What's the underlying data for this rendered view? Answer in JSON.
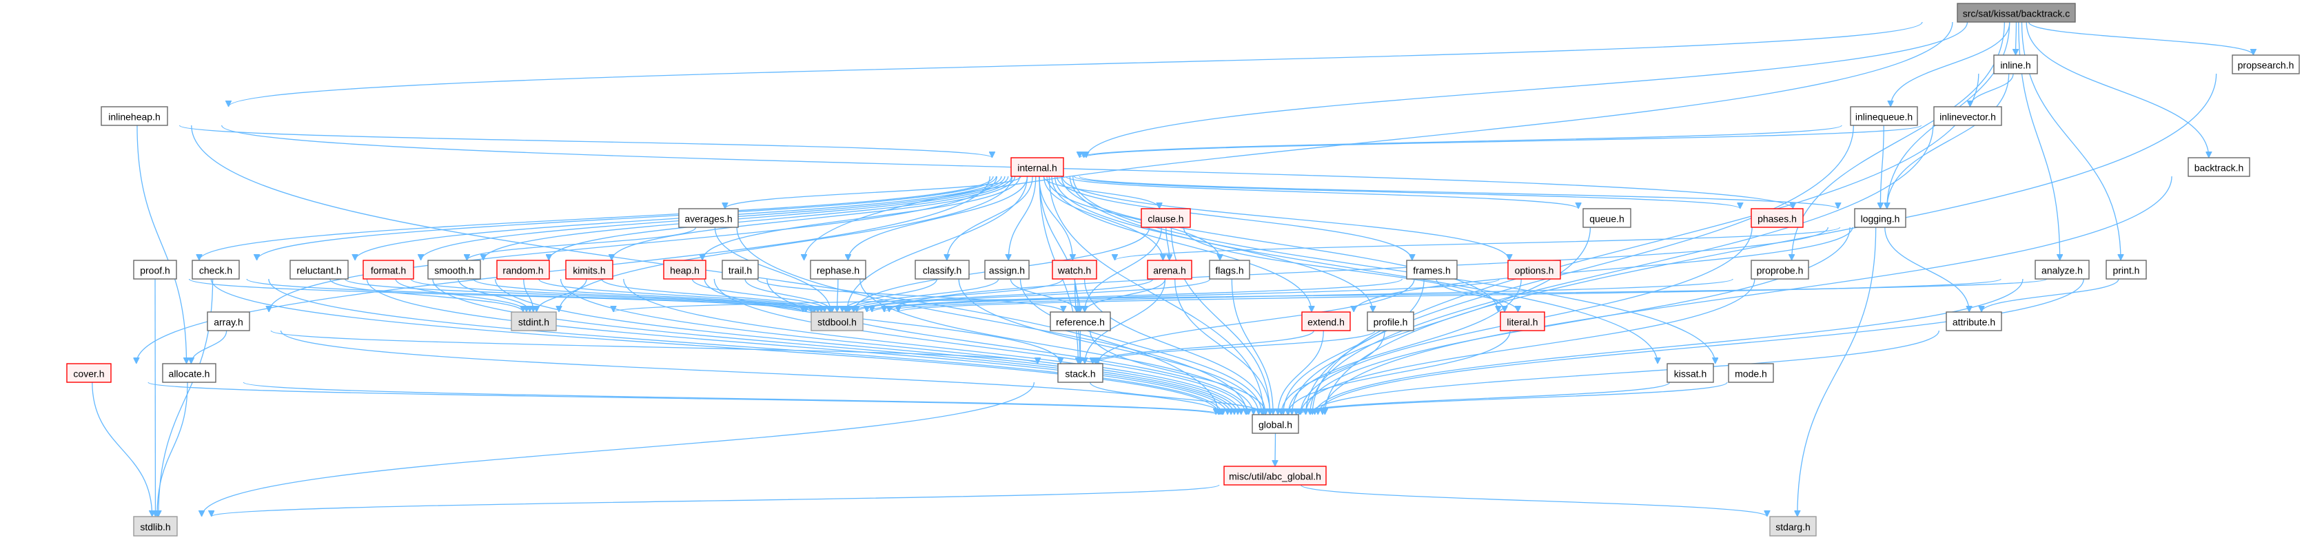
{
  "title": "src/sat/kissat/backtrack.c",
  "colors": {
    "edge": "#63b8ff",
    "root_fill": "#999999",
    "red_border": "#ff0000",
    "red_fill": "#fff0f0",
    "system_fill": "#e0e0e0"
  },
  "nodes": [
    {
      "id": "root",
      "label": "src/sat/kissat/backtrack.c",
      "kind": "root"
    },
    {
      "id": "inline",
      "label": "inline.h",
      "kind": "normal"
    },
    {
      "id": "propsearch",
      "label": "propsearch.h",
      "kind": "normal"
    },
    {
      "id": "inlineheap",
      "label": "inlineheap.h",
      "kind": "normal"
    },
    {
      "id": "inlinequeue",
      "label": "inlinequeue.h",
      "kind": "normal"
    },
    {
      "id": "inlinevector",
      "label": "inlinevector.h",
      "kind": "normal"
    },
    {
      "id": "backtrackh",
      "label": "backtrack.h",
      "kind": "normal"
    },
    {
      "id": "internal",
      "label": "internal.h",
      "kind": "red"
    },
    {
      "id": "averages",
      "label": "averages.h",
      "kind": "normal"
    },
    {
      "id": "clause",
      "label": "clause.h",
      "kind": "red"
    },
    {
      "id": "queue",
      "label": "queue.h",
      "kind": "normal"
    },
    {
      "id": "phases",
      "label": "phases.h",
      "kind": "red"
    },
    {
      "id": "logging",
      "label": "logging.h",
      "kind": "normal"
    },
    {
      "id": "proof",
      "label": "proof.h",
      "kind": "normal"
    },
    {
      "id": "check",
      "label": "check.h",
      "kind": "normal"
    },
    {
      "id": "reluctant",
      "label": "reluctant.h",
      "kind": "normal"
    },
    {
      "id": "format",
      "label": "format.h",
      "kind": "red"
    },
    {
      "id": "smooth",
      "label": "smooth.h",
      "kind": "normal"
    },
    {
      "id": "random",
      "label": "random.h",
      "kind": "red"
    },
    {
      "id": "kimits",
      "label": "kimits.h",
      "kind": "red"
    },
    {
      "id": "heap",
      "label": "heap.h",
      "kind": "red"
    },
    {
      "id": "trail",
      "label": "trail.h",
      "kind": "normal"
    },
    {
      "id": "rephase",
      "label": "rephase.h",
      "kind": "normal"
    },
    {
      "id": "classify",
      "label": "classify.h",
      "kind": "normal"
    },
    {
      "id": "assign",
      "label": "assign.h",
      "kind": "normal"
    },
    {
      "id": "watch",
      "label": "watch.h",
      "kind": "red"
    },
    {
      "id": "arena",
      "label": "arena.h",
      "kind": "red"
    },
    {
      "id": "flags",
      "label": "flags.h",
      "kind": "normal"
    },
    {
      "id": "frames",
      "label": "frames.h",
      "kind": "normal"
    },
    {
      "id": "options",
      "label": "options.h",
      "kind": "red"
    },
    {
      "id": "proprobe",
      "label": "proprobe.h",
      "kind": "normal"
    },
    {
      "id": "analyze",
      "label": "analyze.h",
      "kind": "normal"
    },
    {
      "id": "print",
      "label": "print.h",
      "kind": "normal"
    },
    {
      "id": "array",
      "label": "array.h",
      "kind": "normal"
    },
    {
      "id": "stdint",
      "label": "stdint.h",
      "kind": "sys"
    },
    {
      "id": "stdbool",
      "label": "stdbool.h",
      "kind": "sys"
    },
    {
      "id": "reference",
      "label": "reference.h",
      "kind": "normal"
    },
    {
      "id": "extend",
      "label": "extend.h",
      "kind": "red"
    },
    {
      "id": "profile",
      "label": "profile.h",
      "kind": "normal"
    },
    {
      "id": "literal",
      "label": "literal.h",
      "kind": "red"
    },
    {
      "id": "attribute",
      "label": "attribute.h",
      "kind": "normal"
    },
    {
      "id": "cover",
      "label": "cover.h",
      "kind": "red"
    },
    {
      "id": "allocate",
      "label": "allocate.h",
      "kind": "normal"
    },
    {
      "id": "stack",
      "label": "stack.h",
      "kind": "normal"
    },
    {
      "id": "kissat",
      "label": "kissat.h",
      "kind": "normal"
    },
    {
      "id": "mode",
      "label": "mode.h",
      "kind": "normal"
    },
    {
      "id": "global",
      "label": "global.h",
      "kind": "normal"
    },
    {
      "id": "abc_global",
      "label": "misc/util/abc_global.h",
      "kind": "red"
    },
    {
      "id": "stdlib",
      "label": "stdlib.h",
      "kind": "sys"
    },
    {
      "id": "stdarg",
      "label": "stdarg.h",
      "kind": "sys"
    }
  ],
  "edges": [
    [
      "root",
      "inlineheap"
    ],
    [
      "root",
      "trail"
    ],
    [
      "root",
      "inline"
    ],
    [
      "root",
      "propsearch"
    ],
    [
      "root",
      "inlinequeue"
    ],
    [
      "root",
      "backtrackh"
    ],
    [
      "root",
      "analyze"
    ],
    [
      "root",
      "print"
    ],
    [
      "root",
      "proprobe"
    ],
    [
      "root",
      "logging"
    ],
    [
      "root",
      "internal"
    ],
    [
      "inline",
      "inlinevector"
    ],
    [
      "inline",
      "logging"
    ],
    [
      "inline",
      "global"
    ],
    [
      "inlinequeue",
      "internal"
    ],
    [
      "inlinequeue",
      "logging"
    ],
    [
      "inlinequeue",
      "global"
    ],
    [
      "inlinevector",
      "internal"
    ],
    [
      "inlinevector",
      "global"
    ],
    [
      "propsearch",
      "global"
    ],
    [
      "backtrackh",
      "global"
    ],
    [
      "inlineheap",
      "internal"
    ],
    [
      "inlineheap",
      "logging"
    ],
    [
      "inlineheap",
      "allocate"
    ],
    [
      "inlineheap",
      "global"
    ],
    [
      "internal",
      "averages"
    ],
    [
      "internal",
      "clause"
    ],
    [
      "internal",
      "queue"
    ],
    [
      "internal",
      "phases"
    ],
    [
      "internal",
      "logging"
    ],
    [
      "internal",
      "proof"
    ],
    [
      "internal",
      "check"
    ],
    [
      "internal",
      "reluctant"
    ],
    [
      "internal",
      "format"
    ],
    [
      "internal",
      "smooth"
    ],
    [
      "internal",
      "random"
    ],
    [
      "internal",
      "kimits"
    ],
    [
      "internal",
      "heap"
    ],
    [
      "internal",
      "rephase"
    ],
    [
      "internal",
      "classify"
    ],
    [
      "internal",
      "assign"
    ],
    [
      "internal",
      "watch"
    ],
    [
      "internal",
      "arena"
    ],
    [
      "internal",
      "flags"
    ],
    [
      "internal",
      "frames"
    ],
    [
      "internal",
      "options"
    ],
    [
      "internal",
      "array"
    ],
    [
      "internal",
      "cover"
    ],
    [
      "internal",
      "stack"
    ],
    [
      "internal",
      "reference"
    ],
    [
      "internal",
      "extend"
    ],
    [
      "internal",
      "profile"
    ],
    [
      "internal",
      "literal"
    ],
    [
      "internal",
      "kissat"
    ],
    [
      "internal",
      "mode"
    ],
    [
      "internal",
      "stdbool"
    ],
    [
      "internal",
      "stdint"
    ],
    [
      "internal",
      "global"
    ],
    [
      "averages",
      "smooth"
    ],
    [
      "averages",
      "stdbool"
    ],
    [
      "averages",
      "global"
    ],
    [
      "clause",
      "arena"
    ],
    [
      "clause",
      "literal"
    ],
    [
      "clause",
      "reference"
    ],
    [
      "clause",
      "stdbool"
    ],
    [
      "clause",
      "global"
    ],
    [
      "queue",
      "global"
    ],
    [
      "phases",
      "global"
    ],
    [
      "logging",
      "attribute"
    ],
    [
      "logging",
      "stdarg"
    ],
    [
      "logging",
      "global"
    ],
    [
      "logging",
      "stdbool"
    ],
    [
      "logging",
      "watch"
    ],
    [
      "logging",
      "extend"
    ],
    [
      "proof",
      "stdlib"
    ],
    [
      "proof",
      "stdbool"
    ],
    [
      "proof",
      "global"
    ],
    [
      "check",
      "stdlib"
    ],
    [
      "check",
      "stdbool"
    ],
    [
      "check",
      "global"
    ],
    [
      "reluctant",
      "stdbool"
    ],
    [
      "reluctant",
      "stdint"
    ],
    [
      "reluctant",
      "global"
    ],
    [
      "format",
      "stdbool"
    ],
    [
      "format",
      "stdint"
    ],
    [
      "format",
      "global"
    ],
    [
      "smooth",
      "stdbool"
    ],
    [
      "smooth",
      "stdint"
    ],
    [
      "smooth",
      "global"
    ],
    [
      "random",
      "stdint"
    ],
    [
      "random",
      "stdbool"
    ],
    [
      "random",
      "global"
    ],
    [
      "kimits",
      "stdint"
    ],
    [
      "kimits",
      "stdbool"
    ],
    [
      "kimits",
      "global"
    ],
    [
      "heap",
      "stack"
    ],
    [
      "heap",
      "stdbool"
    ],
    [
      "heap",
      "global"
    ],
    [
      "trail",
      "reference"
    ],
    [
      "trail",
      "stdbool"
    ],
    [
      "trail",
      "global"
    ],
    [
      "rephase",
      "stdbool"
    ],
    [
      "rephase",
      "global"
    ],
    [
      "classify",
      "stdbool"
    ],
    [
      "classify",
      "global"
    ],
    [
      "assign",
      "reference"
    ],
    [
      "assign",
      "stdbool"
    ],
    [
      "assign",
      "global"
    ],
    [
      "watch",
      "reference"
    ],
    [
      "watch",
      "stack"
    ],
    [
      "watch",
      "stdbool"
    ],
    [
      "watch",
      "global"
    ],
    [
      "arena",
      "reference"
    ],
    [
      "arena",
      "stack"
    ],
    [
      "arena",
      "stdbool"
    ],
    [
      "arena",
      "global"
    ],
    [
      "flags",
      "stdbool"
    ],
    [
      "flags",
      "global"
    ],
    [
      "frames",
      "literal"
    ],
    [
      "frames",
      "stack"
    ],
    [
      "frames",
      "stdbool"
    ],
    [
      "frames",
      "global"
    ],
    [
      "options",
      "stdbool"
    ],
    [
      "options",
      "global"
    ],
    [
      "proprobe",
      "stdbool"
    ],
    [
      "proprobe",
      "global"
    ],
    [
      "analyze",
      "stdbool"
    ],
    [
      "analyze",
      "global"
    ],
    [
      "print",
      "attribute"
    ],
    [
      "print",
      "stdint"
    ],
    [
      "print",
      "global"
    ],
    [
      "array",
      "allocate"
    ],
    [
      "array",
      "stack"
    ],
    [
      "array",
      "global"
    ],
    [
      "reference",
      "stack"
    ],
    [
      "reference",
      "global"
    ],
    [
      "extend",
      "stack"
    ],
    [
      "extend",
      "global"
    ],
    [
      "profile",
      "stack"
    ],
    [
      "profile",
      "global"
    ],
    [
      "literal",
      "global"
    ],
    [
      "attribute",
      "global"
    ],
    [
      "cover",
      "stdlib"
    ],
    [
      "cover",
      "global"
    ],
    [
      "allocate",
      "stdlib"
    ],
    [
      "allocate",
      "global"
    ],
    [
      "stack",
      "stdlib"
    ],
    [
      "stack",
      "global"
    ],
    [
      "kissat",
      "global"
    ],
    [
      "mode",
      "global"
    ],
    [
      "global",
      "abc_global"
    ],
    [
      "abc_global",
      "stdlib"
    ],
    [
      "abc_global",
      "stdarg"
    ]
  ]
}
